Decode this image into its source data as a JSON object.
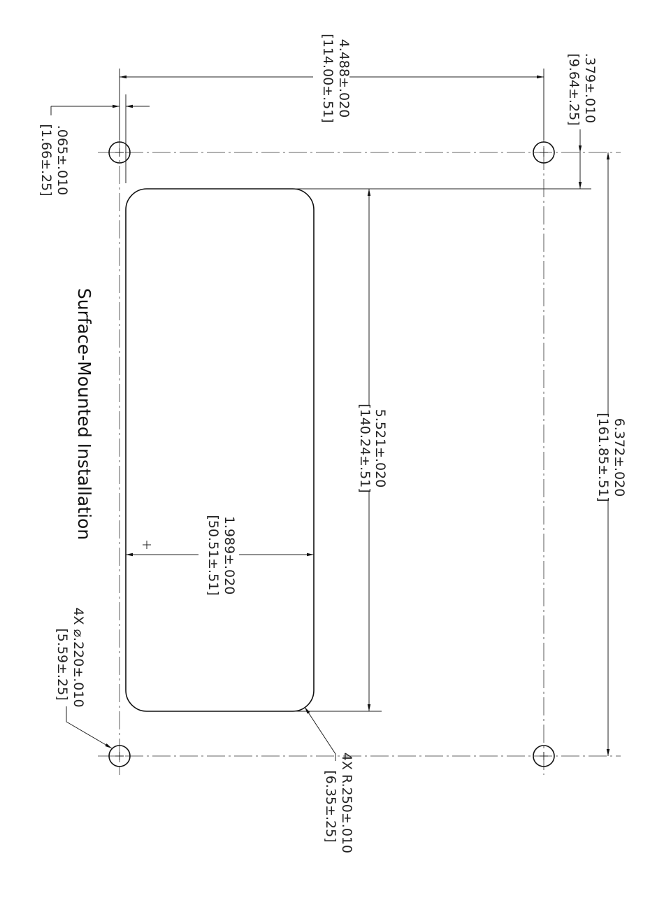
{
  "title": "Surface-Mounted Installation",
  "dimensions": {
    "hole_spacing_horizontal": {
      "inch": "4.488±.020",
      "mm": "[114.00±.51]"
    },
    "right_offset": {
      "inch": ".379±.010",
      "mm": "[9.64±.25]"
    },
    "left_offset": {
      "inch": ".065±.010",
      "mm": "[1.66±.25]"
    },
    "cutout_length": {
      "inch": "5.521±.020",
      "mm": "[140.24±.51]"
    },
    "hole_spacing_vertical": {
      "inch": "6.372±.020",
      "mm": "[161.85±.51]"
    },
    "cutout_width": {
      "inch": "1.989±.020",
      "mm": "[50.51±.51]"
    },
    "hole_callout": {
      "label": "4X ⌀.220±.010",
      "mm": "[5.59±.25]"
    },
    "radius_callout": {
      "label": "4X R.250±.010",
      "mm": "[6.35±.25]"
    }
  }
}
